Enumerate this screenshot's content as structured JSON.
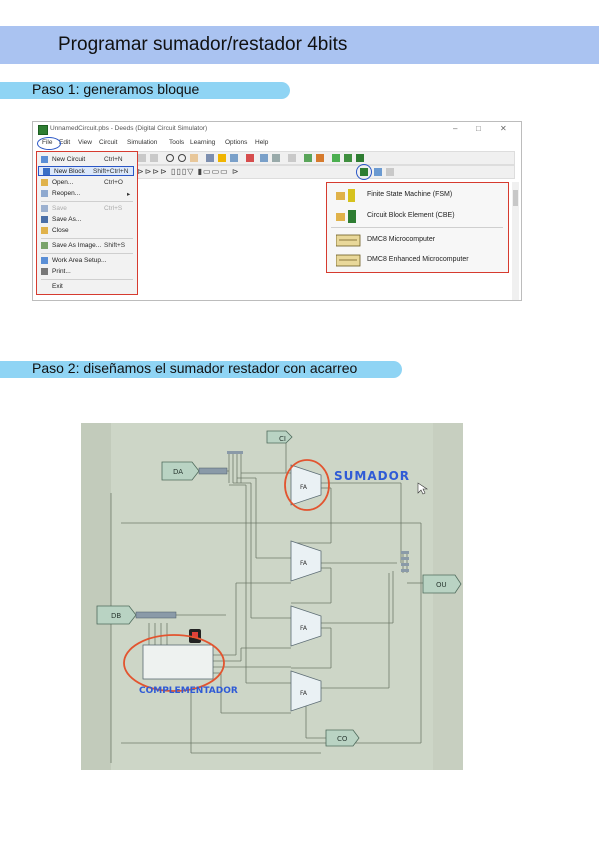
{
  "page": {
    "title": "Programar sumador/restador 4bits",
    "step1": "Paso 1: generamos bloque",
    "step2": "Paso 2: diseñamos el sumador restador con acarreo"
  },
  "app": {
    "window_title": "UnnamedCircuit.pbs - Deeds (Digital Circuit Simulator)",
    "menus": [
      "File",
      "Edit",
      "View",
      "Circuit",
      "Simulation",
      "Tools",
      "Learning",
      "Options",
      "Help"
    ],
    "file_menu": [
      {
        "label": "New Circuit",
        "shortcut": "Ctrl+N"
      },
      {
        "label": "New Block",
        "shortcut": "Shift+Ctrl+N"
      },
      {
        "label": "Open...",
        "shortcut": "Ctrl+O"
      },
      {
        "label": "Reopen...",
        "shortcut": "▸"
      },
      {
        "label": "Save",
        "shortcut": "Ctrl+S"
      },
      {
        "label": "Save As...",
        "shortcut": ""
      },
      {
        "label": "Close",
        "shortcut": ""
      },
      {
        "label": "Save As Image...",
        "shortcut": "Shift+S"
      },
      {
        "label": "Work Area Setup...",
        "shortcut": ""
      },
      {
        "label": "Print...",
        "shortcut": ""
      },
      {
        "label": "Exit",
        "shortcut": ""
      }
    ],
    "block_menu": [
      {
        "label": "Finite State Machine (FSM)"
      },
      {
        "label": "Circuit Block Element (CBE)"
      },
      {
        "label": "DMC8 Microcomputer"
      },
      {
        "label": "DMC8 Enhanced Microcomputer"
      }
    ]
  },
  "circuit": {
    "labels": {
      "ci": "CI",
      "da": "DA",
      "db": "DB",
      "ou": "OU",
      "co": "CO"
    },
    "fa_text": "FA",
    "annotations": {
      "sumador": "SUMADOR",
      "complementador": "COMPLEMENTADOR"
    }
  },
  "colors": {
    "title_band": "#aac3f1",
    "step_bar": "#8fd4f4",
    "highlight_red": "#d63b2f",
    "highlight_blue": "#2a56c6",
    "ink_blue": "#2f5bd6"
  }
}
